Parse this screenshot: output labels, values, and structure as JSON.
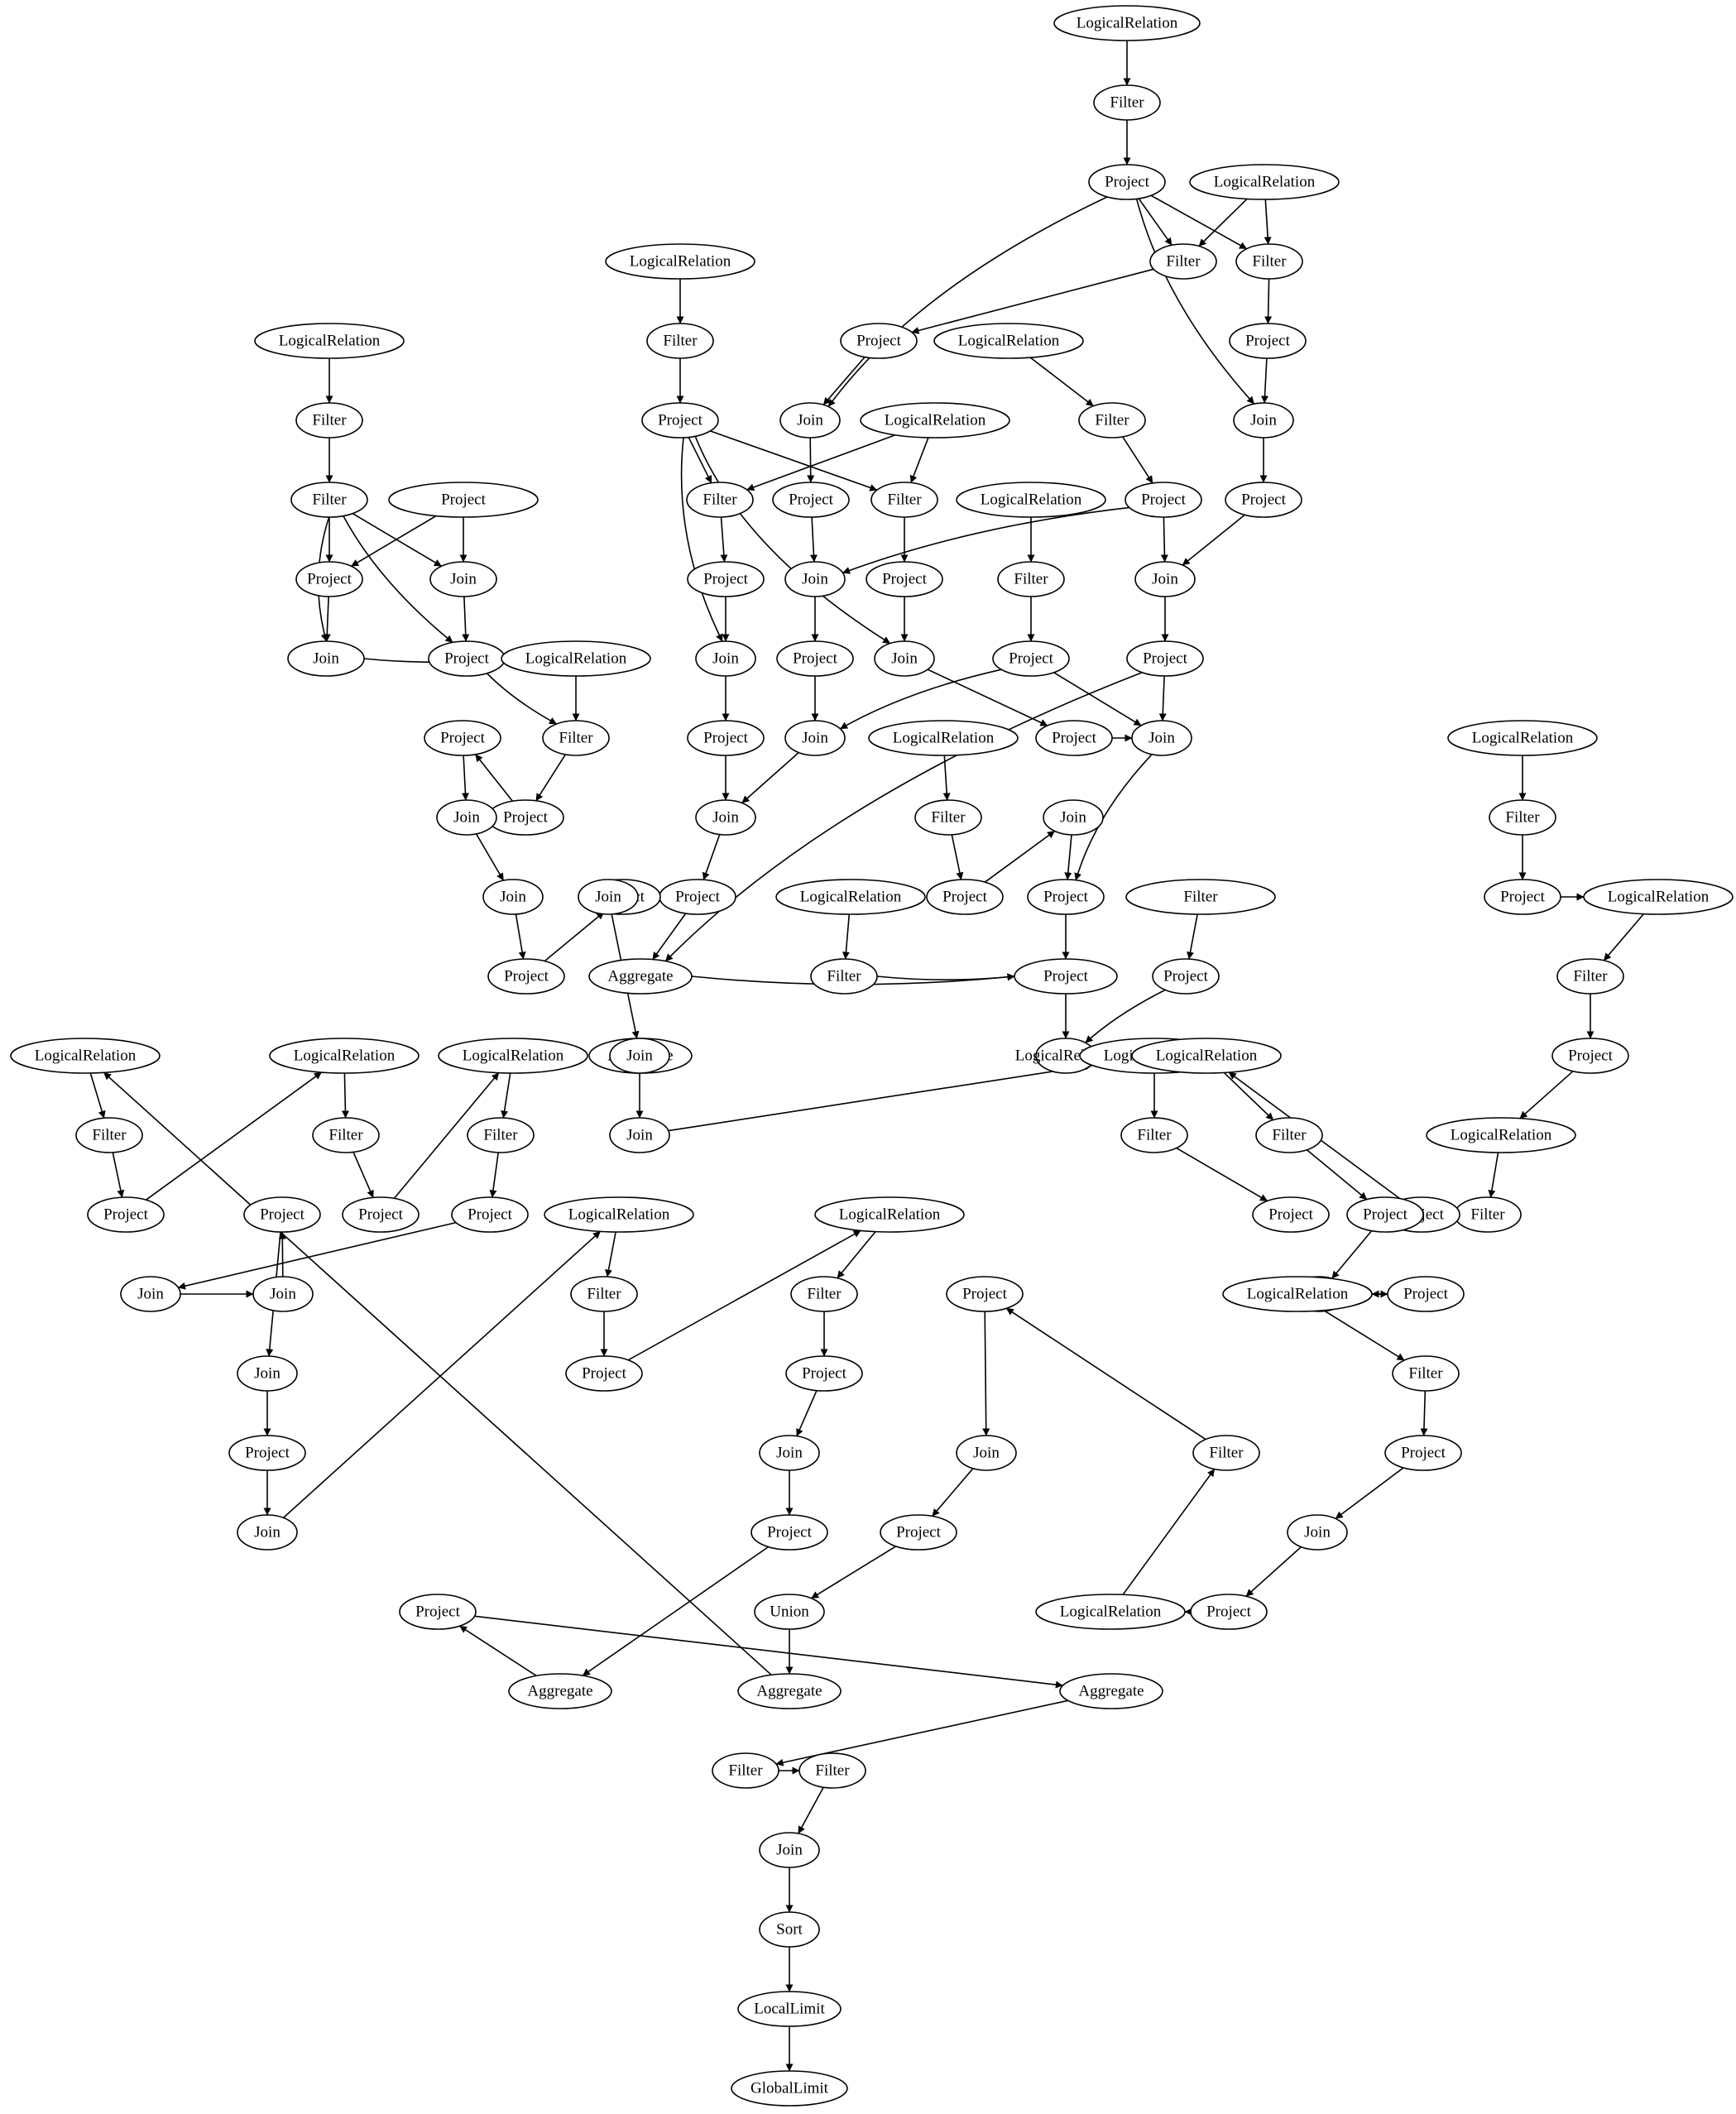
{
  "diagram": {
    "nodes": [
      {
        "id": "n1",
        "label": "LogicalRelation"
      },
      {
        "id": "n2",
        "label": "Filter"
      },
      {
        "id": "n3",
        "label": "Project"
      },
      {
        "id": "n4",
        "label": "LogicalRelation"
      },
      {
        "id": "n5",
        "label": "Filter"
      },
      {
        "id": "n6",
        "label": "Filter"
      },
      {
        "id": "n7",
        "label": "Project"
      },
      {
        "id": "n8",
        "label": "Join"
      },
      {
        "id": "n9",
        "label": "Project"
      },
      {
        "id": "n10",
        "label": "Project"
      },
      {
        "id": "n11",
        "label": "Join"
      },
      {
        "id": "n12",
        "label": "Project"
      },
      {
        "id": "n13",
        "label": "LogicalRelation"
      },
      {
        "id": "n14",
        "label": "Filter"
      },
      {
        "id": "n15",
        "label": "Project"
      },
      {
        "id": "n16",
        "label": "Join"
      },
      {
        "id": "n17",
        "label": "Project"
      },
      {
        "id": "n18",
        "label": "Join"
      },
      {
        "id": "n19",
        "label": "Project"
      },
      {
        "id": "n20",
        "label": "LogicalRelation"
      },
      {
        "id": "n21",
        "label": "Filter"
      },
      {
        "id": "n22",
        "label": "Project"
      },
      {
        "id": "n23",
        "label": "LogicalRelation"
      },
      {
        "id": "n24",
        "label": "Filter"
      },
      {
        "id": "n25",
        "label": "Filter"
      },
      {
        "id": "n26",
        "label": "Project"
      },
      {
        "id": "n27",
        "label": "Project"
      },
      {
        "id": "n28",
        "label": "Join"
      },
      {
        "id": "n29",
        "label": "Join"
      },
      {
        "id": "n30",
        "label": "Project"
      },
      {
        "id": "n31",
        "label": "Project"
      },
      {
        "id": "n32",
        "label": "Join"
      },
      {
        "id": "n33",
        "label": "Join"
      },
      {
        "id": "n34",
        "label": "LogicalRelation"
      },
      {
        "id": "n35",
        "label": "Filter"
      },
      {
        "id": "n36",
        "label": "Project"
      },
      {
        "id": "n37",
        "label": "Join"
      },
      {
        "id": "n38",
        "label": "Project"
      },
      {
        "id": "n39",
        "label": "LogicalRelation"
      },
      {
        "id": "n40",
        "label": "Filter"
      },
      {
        "id": "n41",
        "label": "Project"
      },
      {
        "id": "n42",
        "label": "Join"
      },
      {
        "id": "n43",
        "label": "Project"
      },
      {
        "id": "n44",
        "label": "Aggregate"
      },
      {
        "id": "n45",
        "label": "LogicalRelation"
      },
      {
        "id": "n46",
        "label": "Filter"
      },
      {
        "id": "n47",
        "label": "Project"
      },
      {
        "id": "n48",
        "label": "LogicalRelation"
      },
      {
        "id": "n49",
        "label": "Filter"
      },
      {
        "id": "n50",
        "label": "Project"
      },
      {
        "id": "n51",
        "label": "LogicalRelation"
      },
      {
        "id": "n52",
        "label": "Filter"
      },
      {
        "id": "n53",
        "label": "Filter"
      },
      {
        "id": "n54",
        "label": "Project"
      },
      {
        "id": "n55",
        "label": "Project"
      },
      {
        "id": "n56",
        "label": "Join"
      },
      {
        "id": "n57",
        "label": "Join"
      },
      {
        "id": "n58",
        "label": "Project"
      },
      {
        "id": "n59",
        "label": "LogicalRelation"
      },
      {
        "id": "n60",
        "label": "Filter"
      },
      {
        "id": "n61",
        "label": "Project"
      },
      {
        "id": "n62",
        "label": "Project"
      },
      {
        "id": "n63",
        "label": "Join"
      },
      {
        "id": "n64",
        "label": "Join"
      },
      {
        "id": "n65",
        "label": "Project"
      },
      {
        "id": "n66",
        "label": "Project"
      },
      {
        "id": "n67",
        "label": "Join"
      },
      {
        "id": "n68",
        "label": "Aggregate"
      },
      {
        "id": "n69",
        "label": "Join"
      },
      {
        "id": "n70",
        "label": "Join"
      },
      {
        "id": "n71",
        "label": "LogicalRelation"
      },
      {
        "id": "n72",
        "label": "Filter"
      },
      {
        "id": "n73",
        "label": "Project"
      },
      {
        "id": "n74",
        "label": "LogicalRelation"
      },
      {
        "id": "n75",
        "label": "Filter"
      },
      {
        "id": "n76",
        "label": "Project"
      },
      {
        "id": "n77",
        "label": "LogicalRelation"
      },
      {
        "id": "n78",
        "label": "Filter"
      },
      {
        "id": "n79",
        "label": "Project"
      },
      {
        "id": "n80",
        "label": "LogicalRelation"
      },
      {
        "id": "n81",
        "label": "Filter"
      },
      {
        "id": "n82",
        "label": "Project"
      },
      {
        "id": "n83",
        "label": "LogicalRelation"
      },
      {
        "id": "n84",
        "label": "Filter"
      },
      {
        "id": "n85",
        "label": "Project"
      },
      {
        "id": "n86",
        "label": "Join"
      },
      {
        "id": "n87",
        "label": "Project"
      },
      {
        "id": "n88",
        "label": "LogicalRelation"
      },
      {
        "id": "n89",
        "label": "Filter"
      },
      {
        "id": "n90",
        "label": "Project"
      },
      {
        "id": "n91",
        "label": "Join"
      },
      {
        "id": "n92",
        "label": "Project"
      },
      {
        "id": "n93",
        "label": "LogicalRelation"
      },
      {
        "id": "n94",
        "label": "Filter"
      },
      {
        "id": "n95",
        "label": "Project"
      },
      {
        "id": "n96",
        "label": "Join"
      },
      {
        "id": "n97",
        "label": "Project"
      },
      {
        "id": "n98",
        "label": "Union"
      },
      {
        "id": "n99",
        "label": "Aggregate"
      },
      {
        "id": "n100",
        "label": "LogicalRelation"
      },
      {
        "id": "n101",
        "label": "Filter"
      },
      {
        "id": "n102",
        "label": "Project"
      },
      {
        "id": "n103",
        "label": "LogicalRelation"
      },
      {
        "id": "n104",
        "label": "Filter"
      },
      {
        "id": "n105",
        "label": "Project"
      },
      {
        "id": "n106",
        "label": "LogicalRelation"
      },
      {
        "id": "n107",
        "label": "Filter"
      },
      {
        "id": "n108",
        "label": "Project"
      },
      {
        "id": "n109",
        "label": "Join"
      },
      {
        "id": "n110",
        "label": "Join"
      },
      {
        "id": "n111",
        "label": "Project"
      },
      {
        "id": "n112",
        "label": "Join"
      },
      {
        "id": "n113",
        "label": "Project"
      },
      {
        "id": "n114",
        "label": "Join"
      },
      {
        "id": "n115",
        "label": "LogicalRelation"
      },
      {
        "id": "n116",
        "label": "Filter"
      },
      {
        "id": "n117",
        "label": "Project"
      },
      {
        "id": "n118",
        "label": "LogicalRelation"
      },
      {
        "id": "n119",
        "label": "Filter"
      },
      {
        "id": "n120",
        "label": "Project"
      },
      {
        "id": "n121",
        "label": "Join"
      },
      {
        "id": "n122",
        "label": "Project"
      },
      {
        "id": "n123",
        "label": "Aggregate"
      },
      {
        "id": "n124",
        "label": "Project"
      },
      {
        "id": "n125",
        "label": "Aggregate"
      },
      {
        "id": "n126",
        "label": "Filter"
      },
      {
        "id": "n127",
        "label": "Filter"
      },
      {
        "id": "n128",
        "label": "Join"
      },
      {
        "id": "n129",
        "label": "Sort"
      },
      {
        "id": "n130",
        "label": "LocalLimit"
      },
      {
        "id": "n131",
        "label": "GlobalLimit"
      }
    ],
    "edges": [
      [
        "n1",
        "n2"
      ],
      [
        "n2",
        "n3"
      ],
      [
        "n3",
        "n5"
      ],
      [
        "n3",
        "n6"
      ],
      [
        "n4",
        "n5"
      ],
      [
        "n4",
        "n6"
      ],
      [
        "n5",
        "n9"
      ],
      [
        "n6",
        "n7"
      ],
      [
        "n3",
        "n8"
      ],
      [
        "n9",
        "n8"
      ],
      [
        "n3",
        "n11"
      ],
      [
        "n7",
        "n11"
      ],
      [
        "n8",
        "n10"
      ],
      [
        "n11",
        "n12"
      ],
      [
        "n13",
        "n14"
      ],
      [
        "n14",
        "n15"
      ],
      [
        "n10",
        "n16"
      ],
      [
        "n15",
        "n16"
      ],
      [
        "n15",
        "n18"
      ],
      [
        "n12",
        "n18"
      ],
      [
        "n16",
        "n17"
      ],
      [
        "n18",
        "n19"
      ],
      [
        "n20",
        "n21"
      ],
      [
        "n21",
        "n22"
      ],
      [
        "n22",
        "n24"
      ],
      [
        "n22",
        "n25"
      ],
      [
        "n23",
        "n24"
      ],
      [
        "n23",
        "n25"
      ],
      [
        "n24",
        "n26"
      ],
      [
        "n25",
        "n27"
      ],
      [
        "n22",
        "n28"
      ],
      [
        "n26",
        "n28"
      ],
      [
        "n22",
        "n29"
      ],
      [
        "n27",
        "n29"
      ],
      [
        "n28",
        "n30"
      ],
      [
        "n29",
        "n31"
      ],
      [
        "n34",
        "n35"
      ],
      [
        "n35",
        "n36"
      ],
      [
        "n17",
        "n32"
      ],
      [
        "n36",
        "n32"
      ],
      [
        "n30",
        "n33"
      ],
      [
        "n33",
        "n38"
      ],
      [
        "n32",
        "n37"
      ],
      [
        "n37",
        "n43"
      ],
      [
        "n36",
        "n37"
      ],
      [
        "n31",
        "n42"
      ],
      [
        "n39",
        "n40"
      ],
      [
        "n40",
        "n41"
      ],
      [
        "n41",
        "n42"
      ],
      [
        "n42",
        "n47"
      ],
      [
        "n19",
        "n44"
      ],
      [
        "n44",
        "n43"
      ],
      [
        "n45",
        "n46"
      ],
      [
        "n46",
        "n47"
      ],
      [
        "n47",
        "n48"
      ],
      [
        "n49",
        "n47"
      ],
      [
        "n48",
        "n49"
      ],
      [
        "n49",
        "n50"
      ],
      [
        "n51",
        "n52"
      ],
      [
        "n52",
        "n53"
      ],
      [
        "n53",
        "n54"
      ],
      [
        "n54",
        "n55"
      ],
      [
        "n55",
        "n56"
      ],
      [
        "n56",
        "n57"
      ],
      [
        "n57",
        "n58"
      ],
      [
        "n59",
        "n60"
      ],
      [
        "n60",
        "n61"
      ],
      [
        "n61",
        "n57"
      ],
      [
        "n54",
        "n56"
      ],
      [
        "n51",
        "n55"
      ],
      [
        "n62",
        "n63"
      ],
      [
        "n63",
        "n64"
      ],
      [
        "n64",
        "n65"
      ],
      [
        "n65",
        "n66"
      ],
      [
        "n66",
        "n67"
      ],
      [
        "n67",
        "n68"
      ],
      [
        "n68",
        "n69"
      ],
      [
        "n69",
        "n70"
      ],
      [
        "n70",
        "n71"
      ],
      [
        "n71",
        "n72"
      ],
      [
        "n72",
        "n73"
      ],
      [
        "n73",
        "n74"
      ],
      [
        "n74",
        "n75"
      ],
      [
        "n75",
        "n76"
      ],
      [
        "n76",
        "n77"
      ],
      [
        "n77",
        "n78"
      ],
      [
        "n78",
        "n79"
      ],
      [
        "n79",
        "n80"
      ],
      [
        "n80",
        "n81"
      ],
      [
        "n81",
        "n82"
      ],
      [
        "n82",
        "n83"
      ],
      [
        "n83",
        "n84"
      ],
      [
        "n84",
        "n85"
      ],
      [
        "n85",
        "n86"
      ],
      [
        "n86",
        "n87"
      ],
      [
        "n87",
        "n88"
      ],
      [
        "n88",
        "n89"
      ],
      [
        "n89",
        "n90"
      ],
      [
        "n90",
        "n91"
      ],
      [
        "n91",
        "n92"
      ],
      [
        "n92",
        "n93"
      ],
      [
        "n93",
        "n94"
      ],
      [
        "n94",
        "n95"
      ],
      [
        "n95",
        "n96"
      ],
      [
        "n96",
        "n97"
      ],
      [
        "n97",
        "n98"
      ],
      [
        "n98",
        "n99"
      ],
      [
        "n99",
        "n100"
      ],
      [
        "n100",
        "n101"
      ],
      [
        "n101",
        "n102"
      ],
      [
        "n102",
        "n103"
      ],
      [
        "n103",
        "n104"
      ],
      [
        "n104",
        "n105"
      ],
      [
        "n105",
        "n106"
      ],
      [
        "n106",
        "n107"
      ],
      [
        "n107",
        "n108"
      ],
      [
        "n108",
        "n109"
      ],
      [
        "n109",
        "n110"
      ],
      [
        "n110",
        "n111"
      ],
      [
        "n111",
        "n112"
      ],
      [
        "n112",
        "n113"
      ],
      [
        "n113",
        "n114"
      ],
      [
        "n114",
        "n115"
      ],
      [
        "n115",
        "n116"
      ],
      [
        "n116",
        "n117"
      ],
      [
        "n117",
        "n118"
      ],
      [
        "n118",
        "n119"
      ],
      [
        "n119",
        "n120"
      ],
      [
        "n120",
        "n121"
      ],
      [
        "n121",
        "n122"
      ],
      [
        "n122",
        "n123"
      ],
      [
        "n123",
        "n124"
      ],
      [
        "n124",
        "n125"
      ],
      [
        "n125",
        "n126"
      ],
      [
        "n126",
        "n127"
      ],
      [
        "n127",
        "n128"
      ],
      [
        "n128",
        "n129"
      ],
      [
        "n129",
        "n130"
      ],
      [
        "n130",
        "n131"
      ]
    ]
  }
}
